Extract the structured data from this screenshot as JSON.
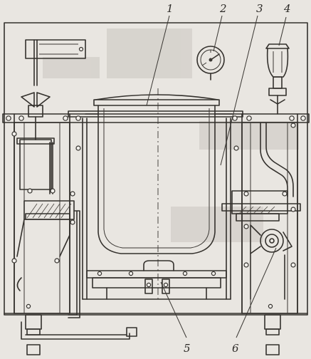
{
  "figure": {
    "callouts": [
      {
        "id": "1",
        "label": "1"
      },
      {
        "id": "2",
        "label": "2"
      },
      {
        "id": "3",
        "label": "3"
      },
      {
        "id": "4",
        "label": "4"
      },
      {
        "id": "5",
        "label": "5"
      },
      {
        "id": "6",
        "label": "6"
      }
    ]
  },
  "colors": {
    "paper": "#e9e6e1",
    "ink": "#33302c"
  }
}
